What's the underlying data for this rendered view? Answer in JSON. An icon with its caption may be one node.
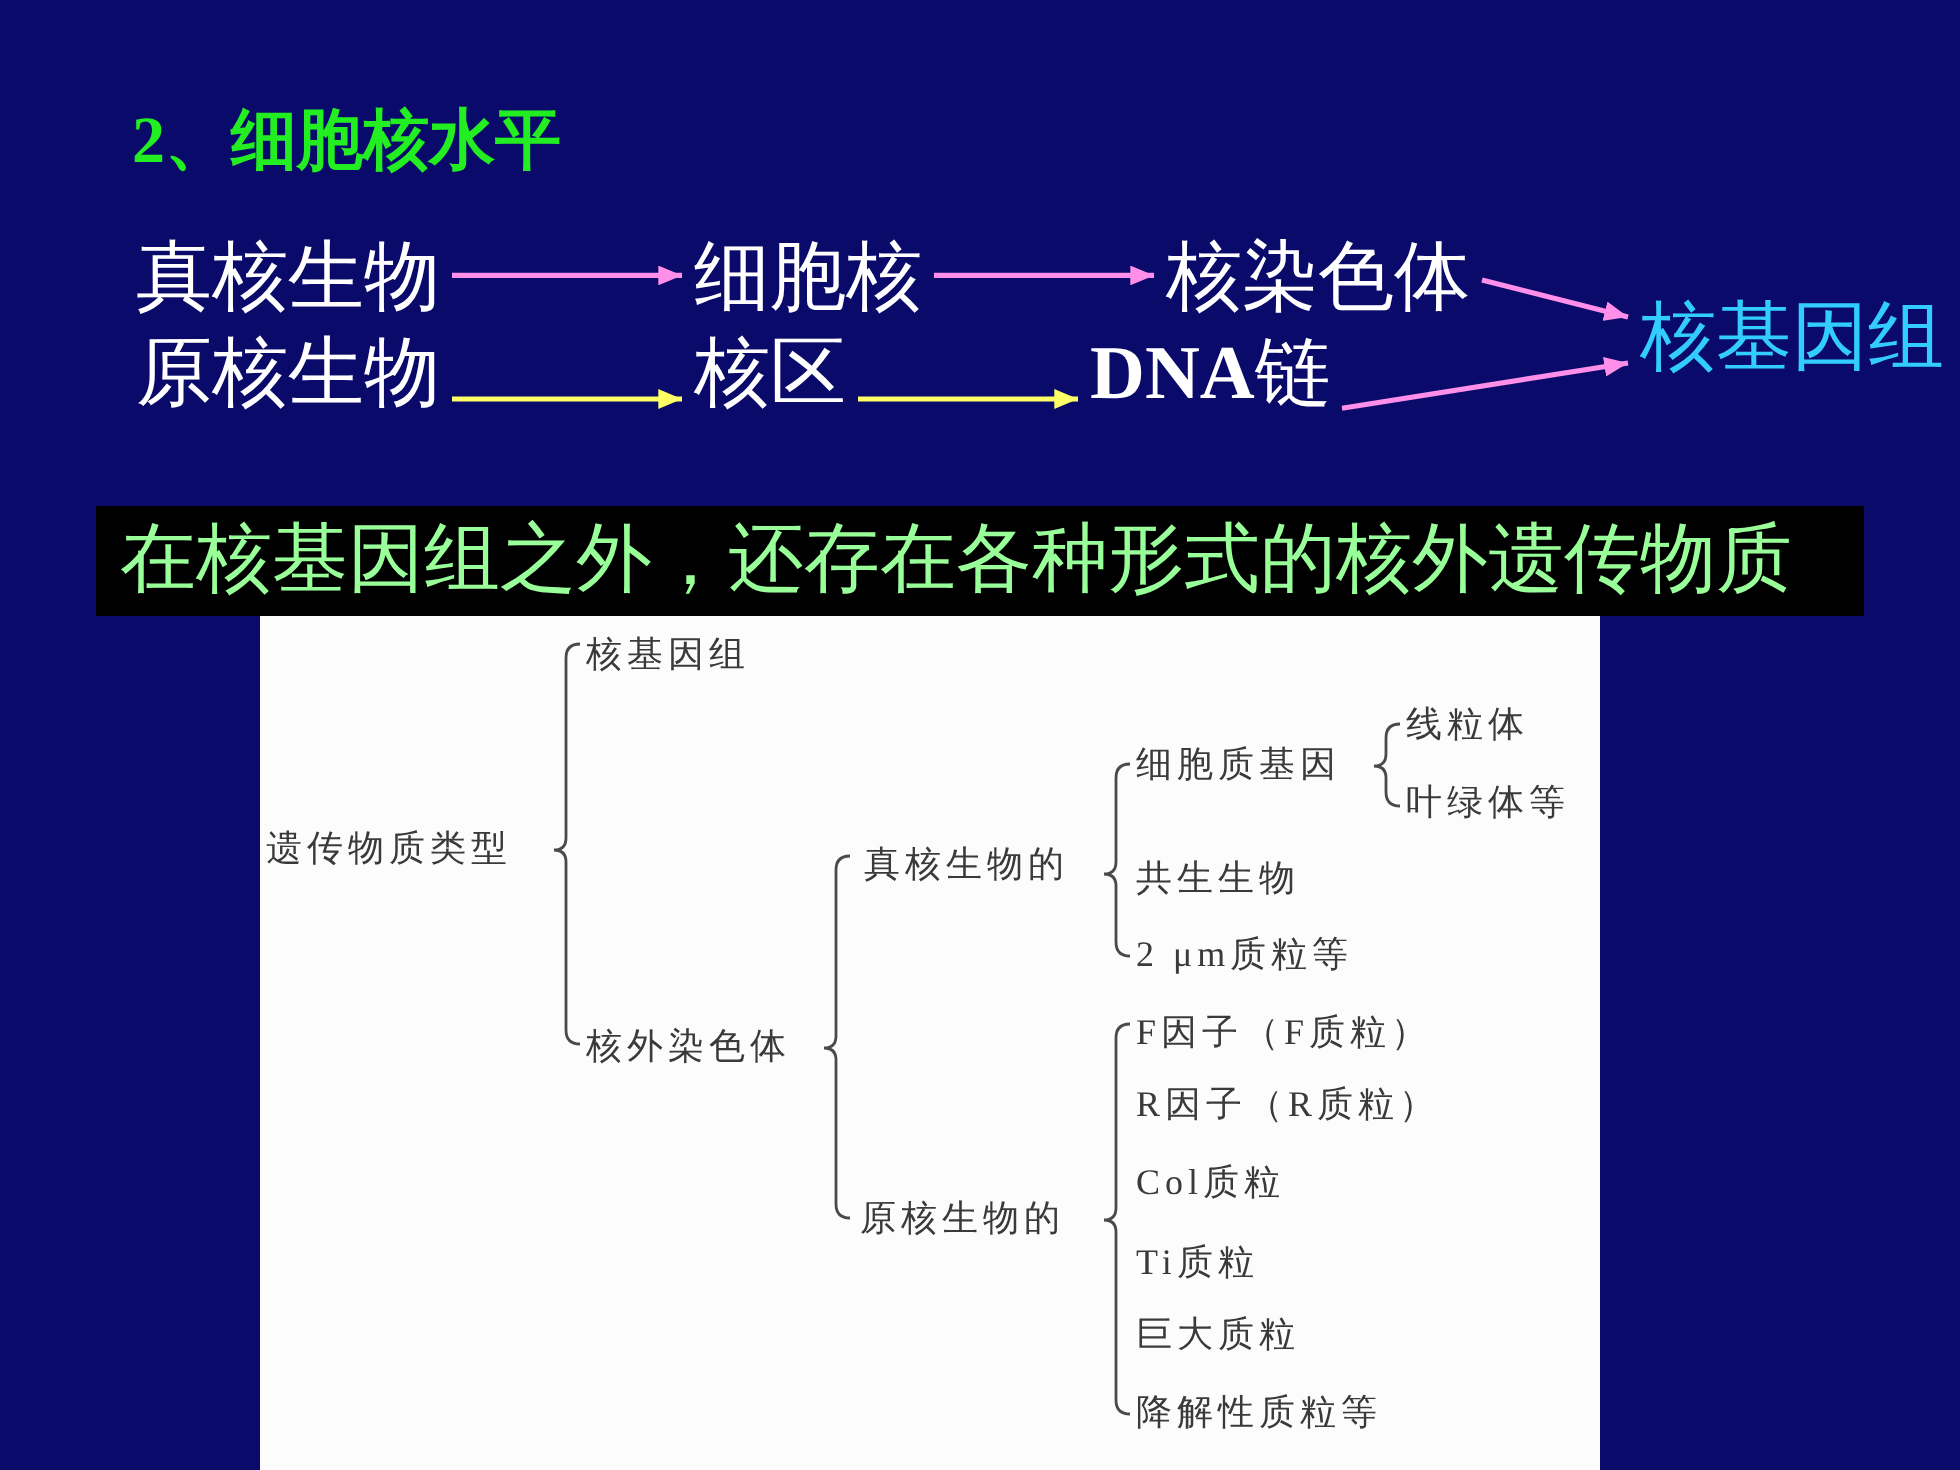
{
  "diagram": {
    "title": "2、细胞核水平",
    "nodes": [
      {
        "text": [
          "真核生物"
        ]
      },
      {
        "text": [
          "细胞核"
        ]
      },
      {
        "text": [
          "核染色体"
        ]
      },
      {
        "text": [
          "核基因组"
        ]
      },
      {
        "text": [
          "原核生物"
        ]
      },
      {
        "text": [
          "核区"
        ]
      },
      {
        "text": [
          "**DNA**链"
        ]
      },
      {
        "text": [
          "在核基因组之外，还存在各种形式的核外遗传物质"
        ]
      }
    ],
    "edges": [
      {
        "from": 0,
        "to": 1,
        "arrow": "to"
      },
      {
        "from": 1,
        "to": 2,
        "arrow": "to"
      },
      {
        "from": 2,
        "to": 3,
        "arrow": "to"
      },
      {
        "from": 4,
        "to": 5,
        "arrow": "to",
        "color": "#ffff66"
      },
      {
        "from": 5,
        "to": 6,
        "arrow": "to",
        "color": "#ffff66"
      },
      {
        "from": 6,
        "to": 3,
        "arrow": "to"
      }
    ],
    "labels": [
      "遗传物质类型",
      "核基因组",
      "核外染色体",
      "真核生物的",
      "细胞质基因",
      "线粒体",
      "叶绿体等",
      "共生生物",
      "2 μm质粒等",
      "原核生物的",
      "F因子（F质粒）",
      "R因子（R质粒）",
      "Col质粒",
      "Ti质粒",
      "巨大质粒",
      "降解性质粒等"
    ]
  }
}
